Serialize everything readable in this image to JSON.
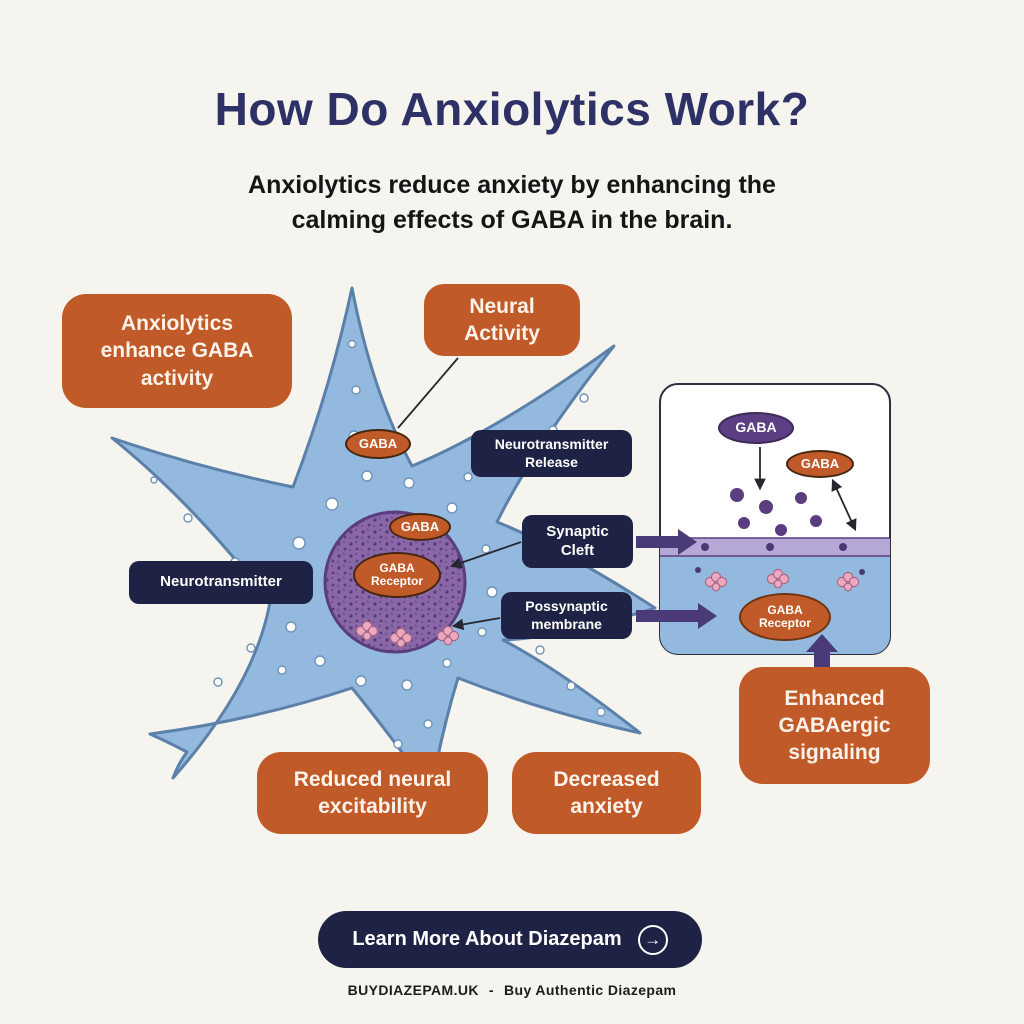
{
  "header": {
    "title": "How Do Anxiolytics Work?",
    "subtitle": "Anxiolytics reduce anxiety by enhancing the calming effects of GABA in the brain."
  },
  "diagram": {
    "anxiolytics_box": "Anxiolytics enhance GABA activity",
    "neural_activity_box": "Neural Activity",
    "neurotransmitter_release_box": "Neurotransmitter Release",
    "synaptic_cleft_box": "Synaptic Cleft",
    "postsynaptic_membrane_box": "Possynaptic membrane",
    "neurotransmitter_box": "Neurotransmitter",
    "gaba_badge_top": "GABA",
    "gaba_badge_mid": "GABA",
    "gaba_receptor_badge": "GABA Receptor",
    "reduced_excitability_box": "Reduced neural excitability",
    "decreased_anxiety_box": "Decreased anxiety",
    "enhanced_signaling_box": "Enhanced GABAergic signaling"
  },
  "synapse_inset": {
    "gaba_purple_badge": "GABA",
    "gaba_orange_badge": "GABA",
    "gaba_receptor_badge": "GABA Receptor"
  },
  "cta": {
    "label": "Learn More About Diazepam",
    "arrow_icon": "→"
  },
  "footer": {
    "brand": "BUYDIAZEPAM.UK",
    "separator": "-",
    "tagline": "Buy Authentic Diazepam"
  },
  "colors": {
    "background": "#f6f4ef",
    "title_navy": "#2e3166",
    "box_navy": "#1e2244",
    "accent_orange": "#c05a28",
    "neuron_blue": "#93bade",
    "neuron_outline": "#5b80a9",
    "nucleus_purple": "#8a68a8",
    "arrow_purple": "#4b3a78",
    "receptor_pink": "#eba8bf",
    "cleft_lavender": "#b5a8d6"
  }
}
